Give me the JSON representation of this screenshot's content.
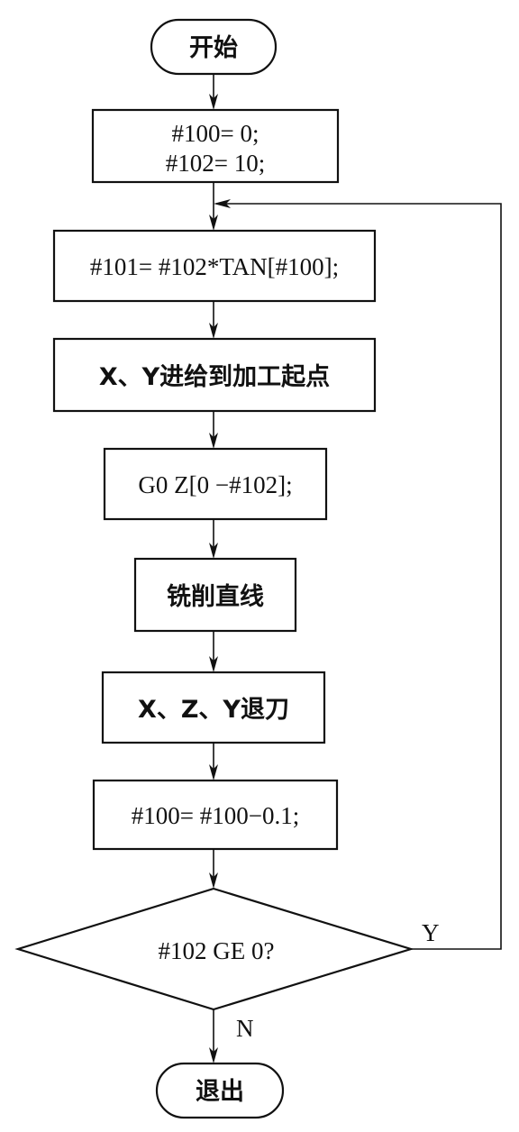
{
  "flowchart": {
    "start": "开始",
    "init_line1": "#100= 0;",
    "init_line2": "#102= 10;",
    "compute": "#101= #102*TAN[#100];",
    "feed_start": "X、Y进给到加工起点",
    "plunge": "G0 Z[0 −#102];",
    "mill": "铣削直线",
    "retract": "X、Z、Y退刀",
    "decrement": "#100= #100−0.1;",
    "decision": "#102 GE 0?",
    "yes_label": "Y",
    "no_label": "N",
    "end": "退出"
  }
}
